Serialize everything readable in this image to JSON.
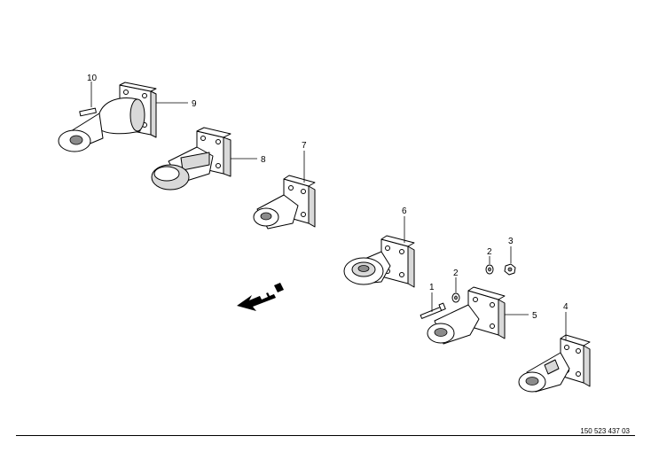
{
  "diagram": {
    "callouts": {
      "c10": "10",
      "c9": "9",
      "c8": "8",
      "c7": "7",
      "c6": "6",
      "c5": "5",
      "c4": "4",
      "c3": "3",
      "c2a": "2",
      "c2b": "2",
      "c1": "1"
    },
    "document_number": "150 523 437 03"
  }
}
